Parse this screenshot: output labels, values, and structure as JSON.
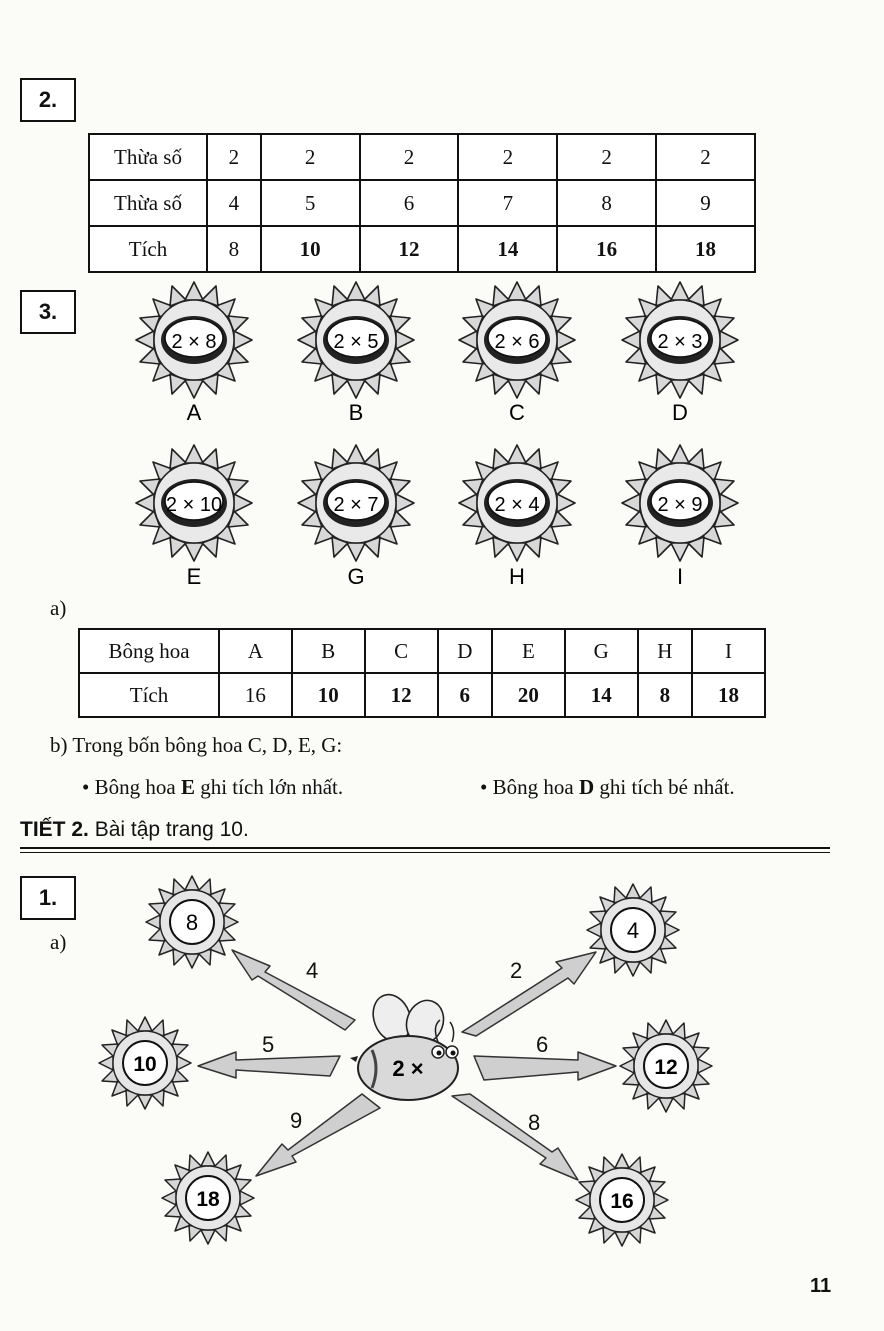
{
  "ex2": {
    "label": "2.",
    "rows": [
      {
        "header": "Thừa số",
        "cells": [
          "2",
          "2",
          "2",
          "2",
          "2",
          "2"
        ]
      },
      {
        "header": "Thừa số",
        "cells": [
          "4",
          "5",
          "6",
          "7",
          "8",
          "9"
        ]
      },
      {
        "header": "Tích",
        "cells": [
          "8",
          "10",
          "12",
          "14",
          "16",
          "18"
        ]
      }
    ]
  },
  "ex3": {
    "label": "3.",
    "flowers": [
      {
        "expr": "2 × 8",
        "letter": "A"
      },
      {
        "expr": "2 × 5",
        "letter": "B"
      },
      {
        "expr": "2 × 6",
        "letter": "C"
      },
      {
        "expr": "2 × 3",
        "letter": "D"
      },
      {
        "expr": "2 × 10",
        "letter": "E"
      },
      {
        "expr": "2 × 7",
        "letter": "G"
      },
      {
        "expr": "2 × 4",
        "letter": "H"
      },
      {
        "expr": "2 × 9",
        "letter": "I"
      }
    ],
    "part_a_label": "a)",
    "table": {
      "header_label": "Bông hoa",
      "product_label": "Tích",
      "letters": [
        "A",
        "B",
        "C",
        "D",
        "E",
        "G",
        "H",
        "I"
      ],
      "products": [
        "16",
        "10",
        "12",
        "6",
        "20",
        "14",
        "8",
        "18"
      ]
    },
    "part_b": "b) Trong bốn bông hoa C, D, E, G:",
    "bullet1": {
      "pre": "• Bông hoa ",
      "letter": "E",
      "post": " ghi tích lớn nhất."
    },
    "bullet2": {
      "pre": "• Bông hoa ",
      "letter": "D",
      "post": " ghi tích bé nhất."
    }
  },
  "section": {
    "bold": "TIẾT 2.",
    "text": " Bài tập trang 10."
  },
  "ex1": {
    "label": "1.",
    "part_a_label": "a)",
    "bee_text": "2 ×",
    "flowers": [
      {
        "value": "8",
        "arrow": "4"
      },
      {
        "value": "4",
        "arrow": "2"
      },
      {
        "value": "10",
        "arrow": "5"
      },
      {
        "value": "12",
        "arrow": "6"
      },
      {
        "value": "18",
        "arrow": "9"
      },
      {
        "value": "16",
        "arrow": "8"
      }
    ]
  },
  "page_number": "11"
}
